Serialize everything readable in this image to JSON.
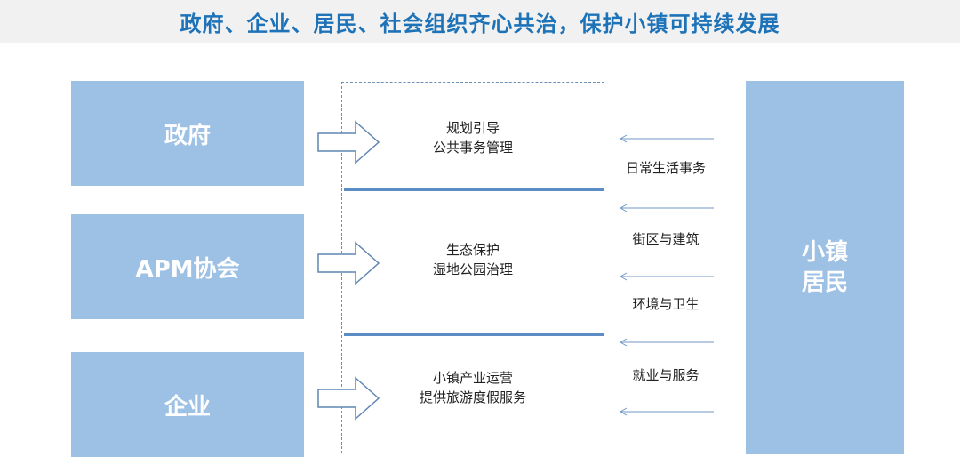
{
  "title": "政府、企业、居民、社会组织齐心共治，保护小镇可持续发展",
  "actors": {
    "government": "政府",
    "apm": "APM协会",
    "enterprise": "企业"
  },
  "residents": {
    "line1": "小镇",
    "line2": "居民"
  },
  "functions": [
    {
      "line1": "规划引导",
      "line2": "公共事务管理"
    },
    {
      "line1": "生态保护",
      "line2": "湿地公园治理"
    },
    {
      "line1": "小镇产业运营",
      "line2": "提供旅游度假服务"
    }
  ],
  "resident_flows": [
    "日常生活事务",
    "街区与建筑",
    "环境与卫生",
    "就业与服务"
  ],
  "colors": {
    "title": "#1e73b8",
    "block": "#9dc0e5",
    "divider": "#5b8dc4",
    "banner": "#f1f1f1"
  }
}
